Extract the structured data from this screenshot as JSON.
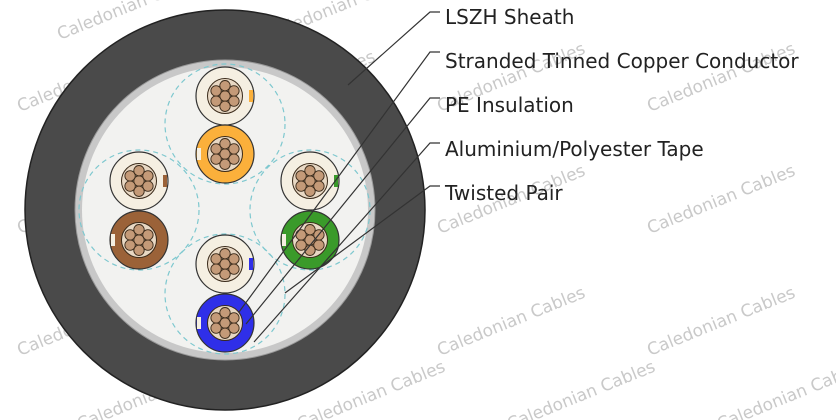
{
  "labels": {
    "sheath": "LSZH Sheath",
    "conductor": "Stranded Tinned Copper Conductor",
    "insulation": "PE Insulation",
    "tape": "Aluminium/Polyester Tape",
    "twisted_pair": "Twisted Pair"
  },
  "watermark": "Caledonian Cables",
  "colors": {
    "sheath": "#4a4a4a",
    "tape": "#c8c8c8",
    "filler": "#f2f2f0",
    "pair_outline": "#7ec8cf",
    "copper": "#c49a78",
    "white_insulation": "#f5efe2",
    "orange": "#fbb03b",
    "brown": "#9b6238",
    "green": "#3a9a2a",
    "blue": "#2f2fe8"
  },
  "pairs": [
    {
      "name": "orange-pair",
      "stripe_color": "orange",
      "solid_color": "orange"
    },
    {
      "name": "brown-pair",
      "stripe_color": "brown",
      "solid_color": "brown"
    },
    {
      "name": "green-pair",
      "stripe_color": "green",
      "solid_color": "green"
    },
    {
      "name": "blue-pair",
      "stripe_color": "blue",
      "solid_color": "blue"
    }
  ]
}
